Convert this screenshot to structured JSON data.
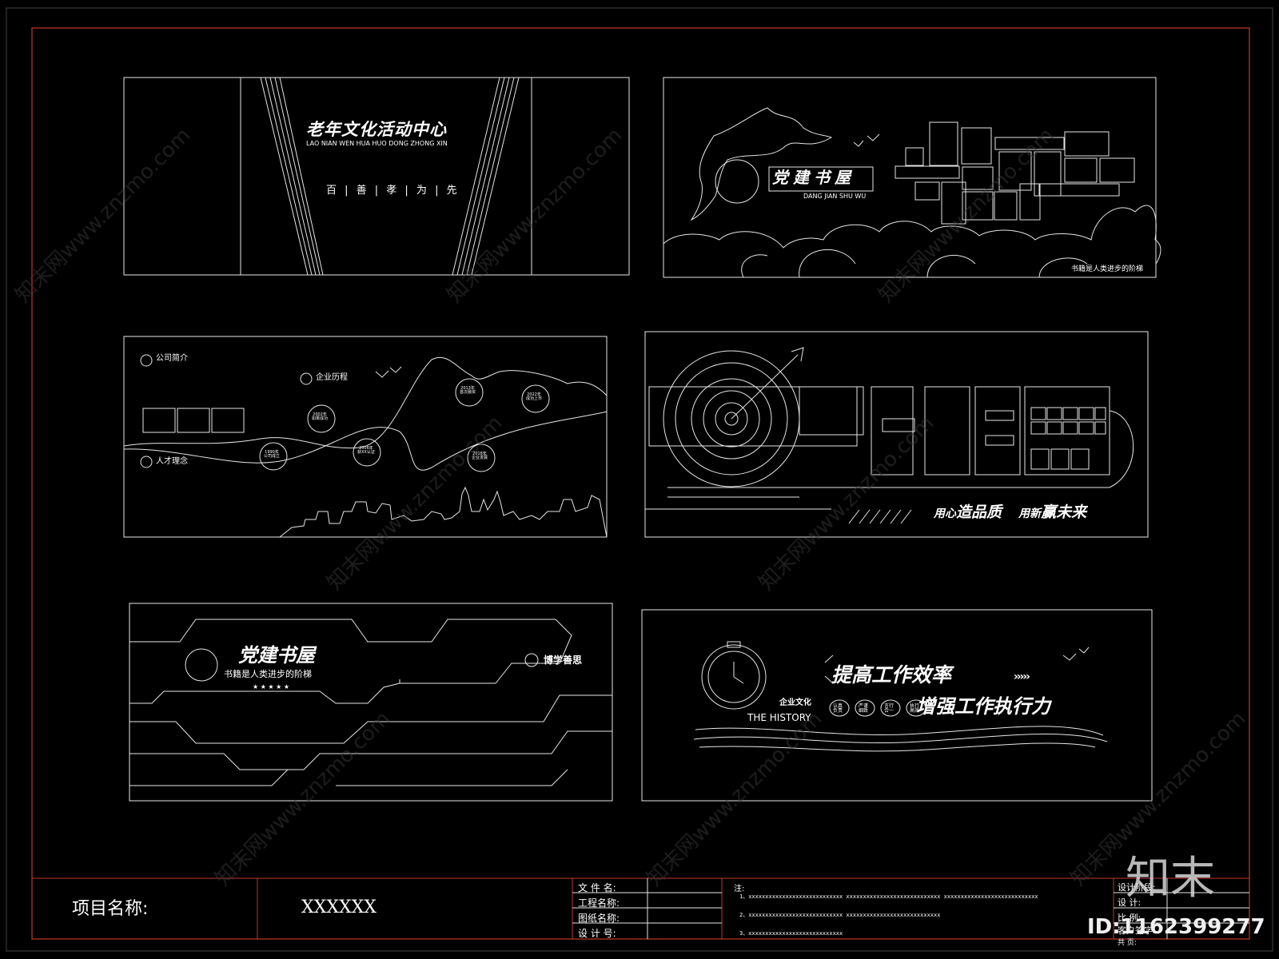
{
  "panel1": {
    "title_cn": "老年文化活动中心",
    "title_pinyin": "LAO NIAN WEN HUA HUO DONG ZHONG XIN",
    "motto": "百 | 善 | 孝 | 为 | 先"
  },
  "panel2": {
    "title_cn": "党建书屋",
    "title_pinyin": "DANG JIAN SHU WU",
    "footer_text": "书籍是人类进步的阶梯"
  },
  "panel3": {
    "label_intro": "公司简介",
    "label_history": "企业历程",
    "label_talent": "人才理念",
    "milestones": [
      "1990年\n公司成立",
      "2002年\n如果成功",
      "2006年\n获XX认证",
      "2013年\n首次融资",
      "2018年\n企业发展",
      "2022年\n成功上市"
    ]
  },
  "panel4": {
    "slogan_a_small": "用心",
    "slogan_a_big": "造品质",
    "slogan_b_small": "用新",
    "slogan_b_big": "赢未来"
  },
  "panel5": {
    "title_cn": "党建书屋",
    "subtitle": "书籍是人类进步的阶梯",
    "stars": "★ ★ ★ ★ ★",
    "corner_label": "博学善思"
  },
  "panel6": {
    "line1": "提高工作效率",
    "line2": "增强工作执行力",
    "sub_cn": "企业文化",
    "sub_en": "THE HISTORY",
    "chips": [
      "认真\n负责",
      "严谨\n细致",
      "言行\n合一",
      "执行\n高效"
    ]
  },
  "watermark": {
    "text": "知末网www.znzmo.com",
    "logo": "知末",
    "id_text": "ID:1162399277"
  },
  "title_block": {
    "project_label": "项目名称:",
    "project_value": "XXXXXX",
    "file_name_label": "文 件 名:",
    "project_name_label": "工程名称:",
    "drawing_name_label": "图纸名称:",
    "designer_label": "设 计 号:",
    "notes_label": "注:",
    "note1": "1、xxxxxxxxxxxxxxxxxxxxxxxxxxxx   xxxxxxxxxxxxxxxxxxxxxxxxxxxx   xxxxxxxxxxxxxxxxxxxxxxxxxxxx",
    "note2": "2、xxxxxxxxxxxxxxxxxxxxxxxxxxxx   xxxxxxxxxxxxxxxxxxxxxxxxxxxx",
    "note3": "3、xxxxxxxxxxxxxxxxxxxxxxxxxxxx",
    "right_labels": [
      "设计阶段:",
      "设    计:",
      "比    例:",
      "客户签字:",
      "共    页:"
    ]
  },
  "colors": {
    "frame_red": "#c0392b",
    "line": "#e6e6e6",
    "bg": "#000000"
  }
}
